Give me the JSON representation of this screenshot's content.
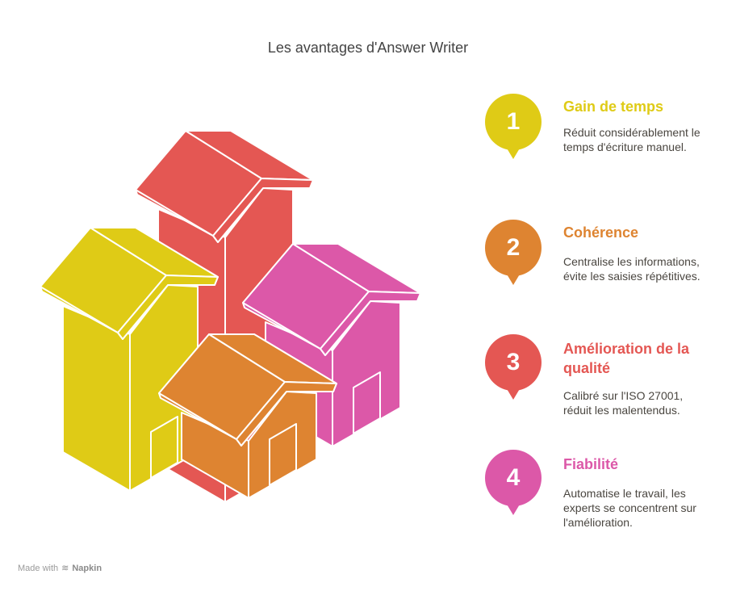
{
  "title": "Les avantages d'Answer Writer",
  "colors": {
    "yellow": "#DFCB16",
    "orange": "#DE8431",
    "red": "#E45753",
    "pink": "#DC58A8"
  },
  "items": [
    {
      "number": "1",
      "heading": "Gain de temps",
      "description": "Réduit considérablement le temps d'écriture manuel.",
      "color": "#DFCB16"
    },
    {
      "number": "2",
      "heading": "Cohérence",
      "description": "Centralise les informations, évite les saisies répétitives.",
      "color": "#DE8431"
    },
    {
      "number": "3",
      "heading": "Amélioration de la qualité",
      "description": "Calibré sur l'ISO 27001, réduit les malentendus.",
      "color": "#E45753"
    },
    {
      "number": "4",
      "heading": "Fiabilité",
      "description": "Automatise le travail, les experts se concentrent sur l'amélioration.",
      "color": "#DC58A8"
    }
  ],
  "footer": {
    "made_with": "Made with",
    "brand": "Napkin"
  }
}
